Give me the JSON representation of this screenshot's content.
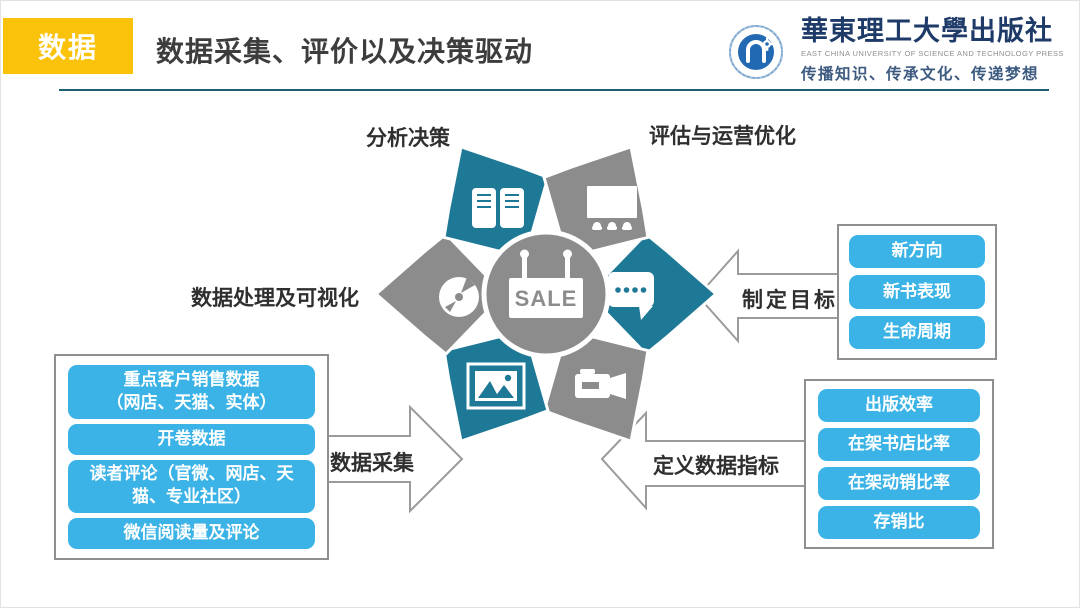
{
  "header": {
    "badge": "数据",
    "title": "数据采集、评价以及决策驱动",
    "publisher": {
      "name_cn": "華東理工大學出版社",
      "name_en": "EAST CHINA UNIVERSITY OF SCIENCE AND TECHNOLOGY PRESS",
      "slogan": "传播知识、传承文化、传递梦想"
    }
  },
  "diagram": {
    "center_label": "SALE",
    "labels": {
      "analyze": "分析决策",
      "evaluate": "评估与运营优化",
      "visualize": "数据处理及可视化",
      "goal": "制定目标",
      "collect": "数据采集",
      "metrics": "定义数据指标"
    },
    "segments": [
      {
        "position": "right",
        "icon": "chat-bubble-icon",
        "color": "teal"
      },
      {
        "position": "bottom-right",
        "icon": "video-camera-icon",
        "color": "gray"
      },
      {
        "position": "bottom-left",
        "icon": "picture-icon",
        "color": "teal"
      },
      {
        "position": "left",
        "icon": "cd-disc-icon",
        "color": "gray"
      },
      {
        "position": "top-left",
        "icon": "open-book-icon",
        "color": "teal"
      },
      {
        "position": "top-right",
        "icon": "presentation-icon",
        "color": "gray"
      }
    ]
  },
  "panels": {
    "sources": {
      "items": [
        "重点客户销售数据\n（网店、天猫、实体）",
        "开卷数据",
        "读者评论（官微、网店、天\n猫、专业社区）",
        "微信阅读量及评论"
      ]
    },
    "goals": {
      "items": [
        "新方向",
        "新书表现",
        "生命周期"
      ]
    },
    "metrics": {
      "items": [
        "出版效率",
        "在架书店比率",
        "在架动销比率",
        "存销比"
      ]
    }
  },
  "colors": {
    "teal": "#1d7995",
    "gray": "#8c8c8c",
    "box_blue": "#3cb3e6",
    "badge_yellow": "#fac20a",
    "divider_teal": "#1c6075",
    "logo_navy": "#1e3a68",
    "logo_blue": "#2269b3",
    "label_dark": "#333333"
  }
}
